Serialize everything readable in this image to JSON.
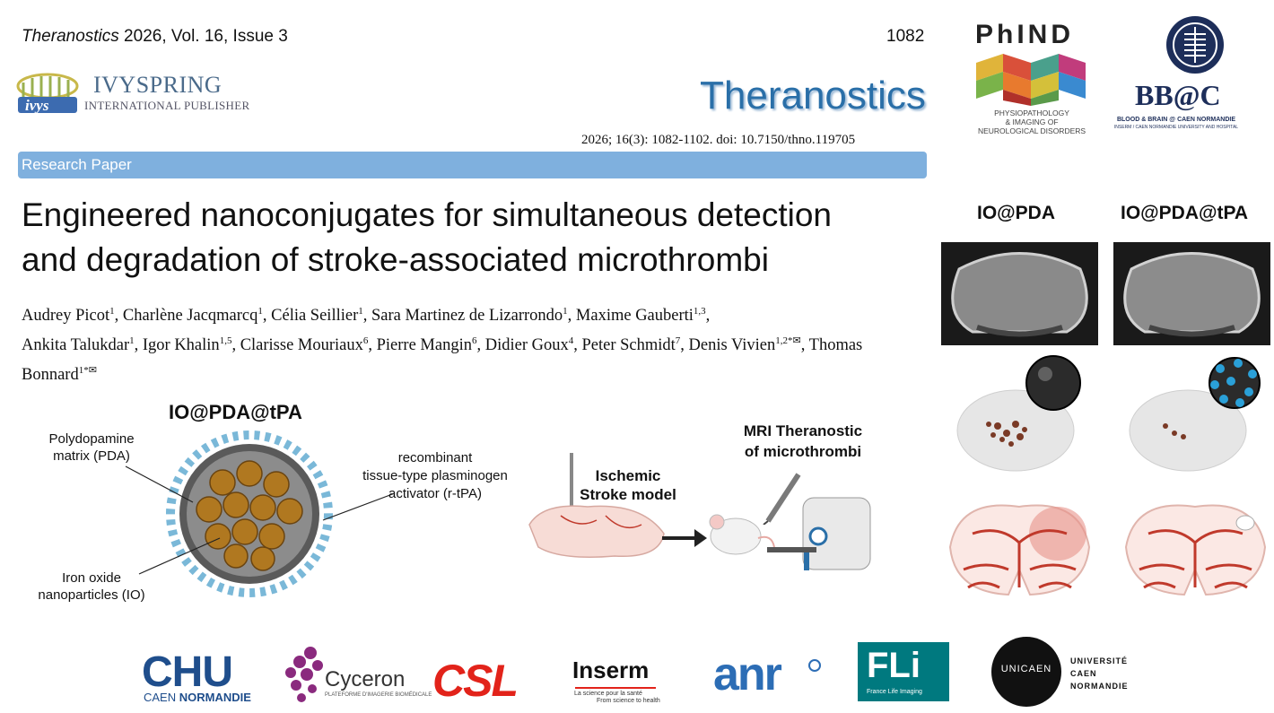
{
  "header": {
    "journal_italic": "Theranostics",
    "journal_issue": " 2026, Vol. 16, Issue 3",
    "page_number": "1082",
    "publisher_name": "IVYSPRING",
    "publisher_sub": "INTERNATIONAL PUBLISHER",
    "publisher_logo_text": "ivys",
    "journal_logo": "Theranostics",
    "citation": "2026; 16(3): 1082-1102. doi: 10.7150/thno.119705",
    "section_label": "Research Paper"
  },
  "article": {
    "title_line1": "Engineered nanoconjugates for simultaneous detection",
    "title_line2": "and degradation of stroke-associated microthrombi",
    "authors": [
      {
        "name": "Audrey Picot",
        "aff": "1",
        "sep": ", "
      },
      {
        "name": "Charlène Jacqmarcq",
        "aff": "1",
        "sep": ", "
      },
      {
        "name": "Célia Seillier",
        "aff": "1",
        "sep": ", "
      },
      {
        "name": "Sara Martinez de Lizarrondo",
        "aff": "1",
        "sep": ", "
      },
      {
        "name": "Maxime Gauberti",
        "aff": "1,3",
        "sep": ", "
      },
      {
        "name": "Ankita Talukdar",
        "aff": "1",
        "sep": ", "
      },
      {
        "name": "Igor Khalin",
        "aff": "1,5",
        "sep": ", "
      },
      {
        "name": "Clarisse Mouriaux",
        "aff": "6",
        "sep": ", "
      },
      {
        "name": "Pierre Mangin",
        "aff": "6",
        "sep": ", "
      },
      {
        "name": "Didier Goux",
        "aff": "4",
        "sep": ", "
      },
      {
        "name": "Peter Schmidt",
        "aff": "7",
        "sep": ", "
      },
      {
        "name": "Denis Vivien",
        "aff": "1,2*✉",
        "sep": ", "
      },
      {
        "name": "Thomas Bonnard",
        "aff": "1*✉",
        "sep": ""
      }
    ]
  },
  "right_panel": {
    "phind_name": "PhIND",
    "phind_sub1": "PHYSIOPATHOLOGY",
    "phind_sub2": "& IMAGING OF",
    "phind_sub3": "NEUROLOGICAL DISORDERS",
    "bbc_name": "BB@C",
    "bbc_sub": "BLOOD & BRAIN @ CAEN NORMANDIE",
    "bbc_sub2": "INSERM / CAEN NORMANDIE UNIVERSITY AND HOSPITAL",
    "col1": "IO@PDA",
    "col2": "IO@PDA@tPA"
  },
  "graphical_abstract": {
    "nano_title": "IO@PDA@tPA",
    "label_pda_1": "Polydopamine",
    "label_pda_2": "matrix (PDA)",
    "label_tpa_1": "recombinant",
    "label_tpa_2": "tissue-type plasminogen",
    "label_tpa_3": "activator (r-tPA)",
    "label_io_1": "Iron oxide",
    "label_io_2": "nanoparticles (IO)",
    "stroke_1": "Ischemic",
    "stroke_2": "Stroke model",
    "mri_1": "MRI Theranostic",
    "mri_2": "of microthrombi"
  },
  "logos": {
    "chu": "CHU",
    "chu_sub1": "CAEN ",
    "chu_sub2": "NORMANDIE",
    "cyceron": "Cyceron",
    "cyceron_sub": "PLATEFORME D'IMAGERIE BIOMÉDICALE",
    "csl": "CSL",
    "inserm": "Inserm",
    "inserm_sub1": "La science pour la santé",
    "inserm_sub2": "From science to health",
    "anr": "anr",
    "fli": "FLi",
    "fli_sub": "France Life Imaging",
    "unicaen": "UNICAEN",
    "unicaen_1": "UNIVERSITÉ",
    "unicaen_2": "CAEN",
    "unicaen_3": "NORMANDIE"
  },
  "colors": {
    "banner": "#7fb0de",
    "journal_blue": "#2a6fa8",
    "csl_red": "#e2231a",
    "anr_blue": "#2c6db5",
    "anr_red": "#e8463c",
    "fli_teal": "#00797f",
    "chu_blue": "#1f4e8c"
  }
}
